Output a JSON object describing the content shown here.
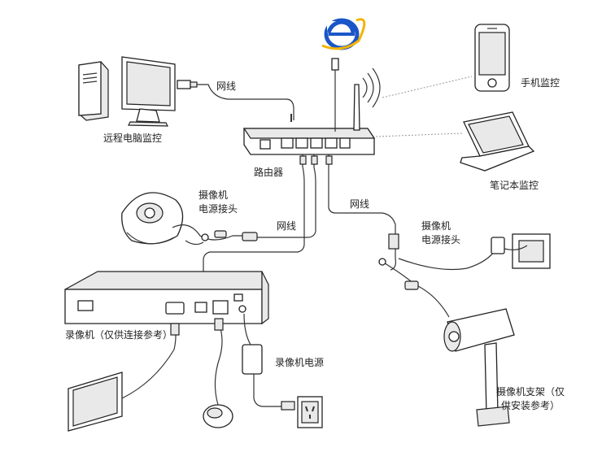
{
  "labels": {
    "remote_pc": "远程电脑监控",
    "router": "路由器",
    "mobile": "手机监控",
    "laptop": "笔记本监控",
    "network_cable_top": "网线",
    "network_cable_left": "网线",
    "network_cable_right": "网线",
    "camera_power_left_l1": "摄像机",
    "camera_power_left_l2": "电源接头",
    "camera_power_right_l1": "摄像机",
    "camera_power_right_l2": "电源接头",
    "recorder": "录像机（仅供连接参考）",
    "recorder_power": "录像机电源",
    "camera_bracket_l1": "摄像机支架（仅",
    "camera_bracket_l2": "供安装参考）"
  },
  "icons": {
    "ie": "internet-explorer-icon",
    "accent_blue": "#1a56c8"
  }
}
